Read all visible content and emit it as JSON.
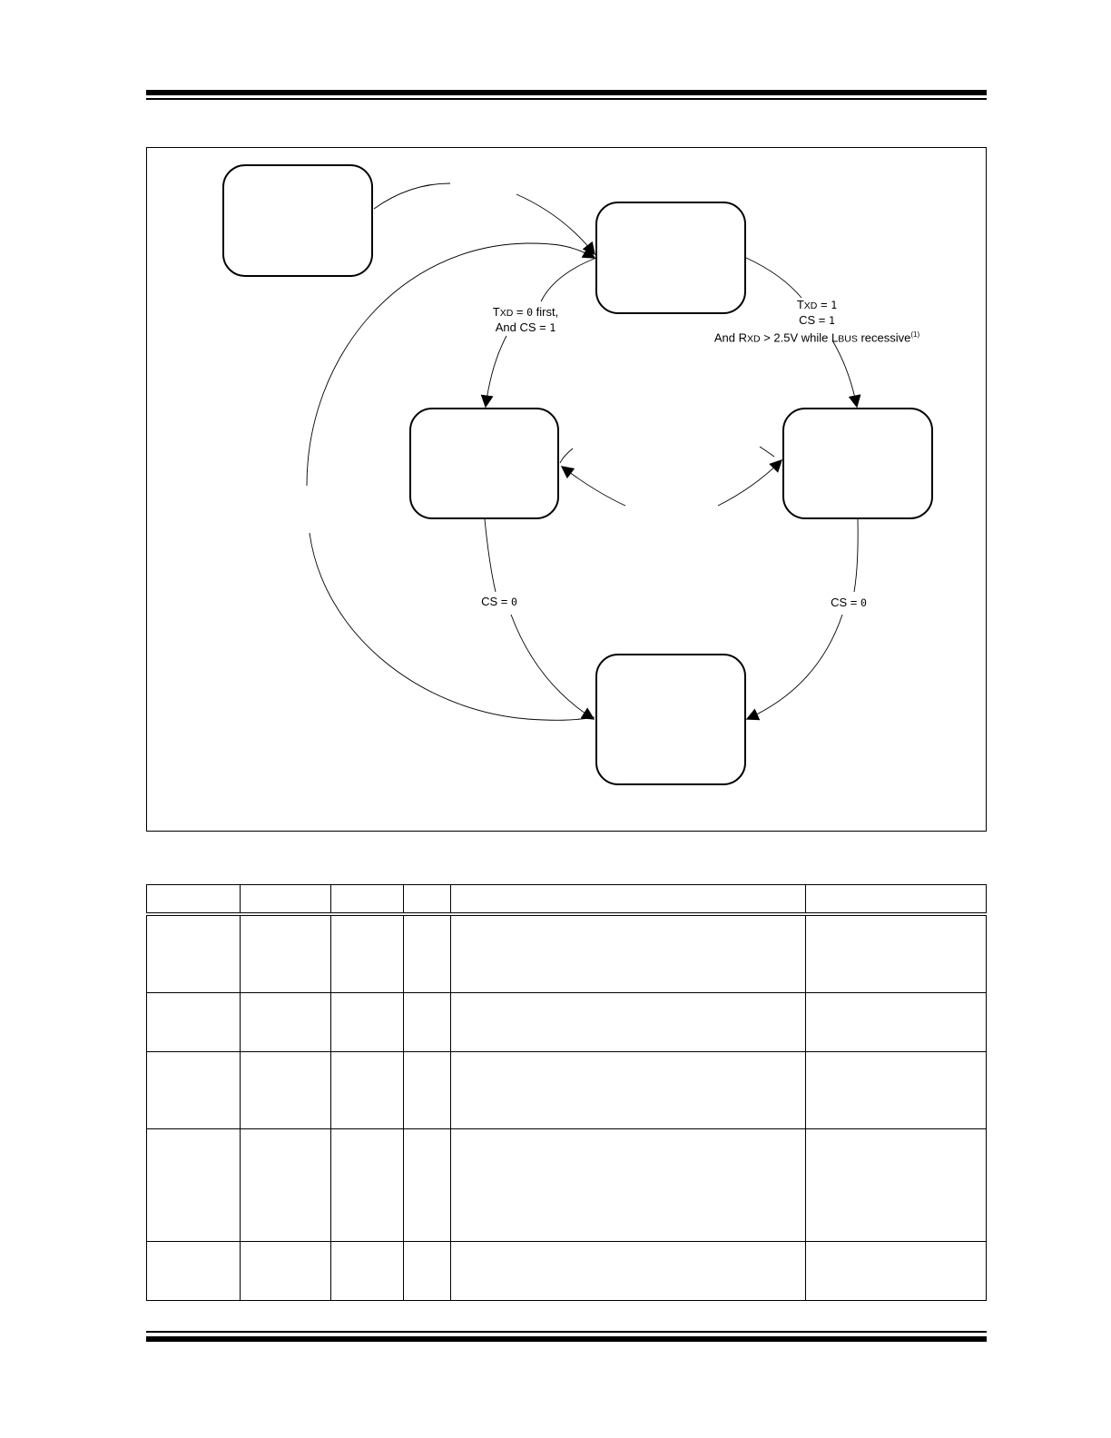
{
  "diagram": {
    "nodes": [
      {
        "id": "power-on",
        "label": ""
      },
      {
        "id": "top",
        "label": ""
      },
      {
        "id": "left",
        "label": ""
      },
      {
        "id": "right",
        "label": ""
      },
      {
        "id": "bottom",
        "label": ""
      }
    ],
    "edges": [
      {
        "from": "power-on",
        "to": "top"
      },
      {
        "from": "top",
        "to": "left",
        "label": "TXD = 0 first, And CS = 1"
      },
      {
        "from": "top",
        "to": "right",
        "label": "TXD = 1, CS = 1, And RXD > 2.5V while LBUS recessive(1)"
      },
      {
        "from": "left",
        "to": "bottom",
        "label": "CS = 0"
      },
      {
        "from": "right",
        "to": "bottom",
        "label": "CS = 0"
      },
      {
        "from": "bottom",
        "to": "top"
      },
      {
        "from": "right",
        "to": "left"
      },
      {
        "from": "left",
        "to": "right"
      }
    ],
    "labels": {
      "left_edge": {
        "tx_prefix": "T",
        "tx_sub": "XD",
        "eq1": " = ",
        "val1": "0",
        "first": " first,",
        "and_cs": "And CS = ",
        "val2": "1"
      },
      "right_edge": {
        "tx_prefix": "T",
        "tx_sub": "XD",
        "eq1": " = ",
        "val1": "1",
        "cs": "CS = ",
        "val2": "1",
        "and_r": "And R",
        "rx_sub": "XD",
        "mid": " > 2.5V while L",
        "lbus_sub": "BUS",
        "tail": " recessive",
        "note": "(1)"
      },
      "cs_left": {
        "text": "CS = ",
        "val": "0"
      },
      "cs_right": {
        "text": "CS = ",
        "val": "0"
      }
    }
  },
  "table": {
    "headers": [
      "",
      "",
      "",
      "",
      "",
      ""
    ],
    "rows": [
      [
        "",
        "",
        "",
        "",
        "",
        ""
      ],
      [
        "",
        "",
        "",
        "",
        "",
        ""
      ],
      [
        "",
        "",
        "",
        "",
        "",
        ""
      ],
      [
        "",
        "",
        "",
        "",
        "",
        ""
      ],
      [
        "",
        "",
        "",
        "",
        "",
        ""
      ]
    ]
  }
}
